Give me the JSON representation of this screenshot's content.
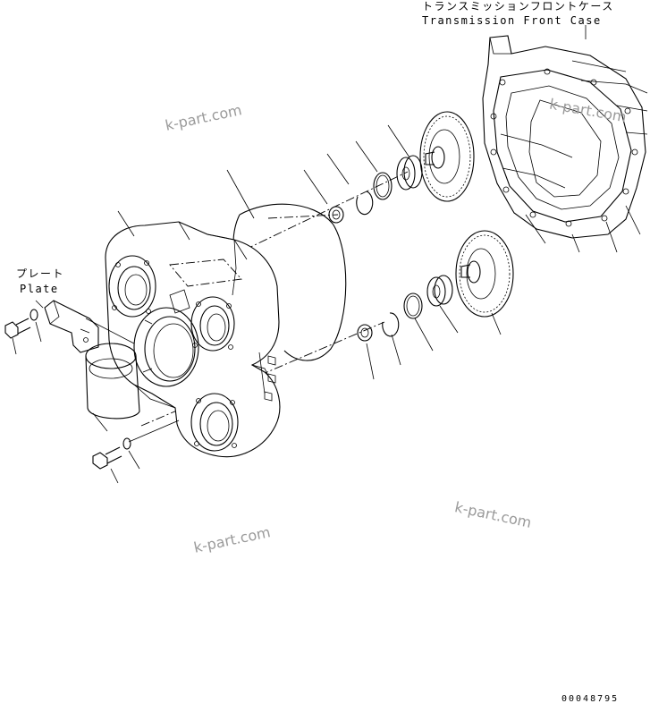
{
  "labels": {
    "case_jp": "トランスミッションフロントケース",
    "case_en": "Transmission Front Case",
    "plate_jp": "プレート",
    "plate_en": "Plate"
  },
  "watermarks": [
    "k-part.com",
    "k-part.com",
    "k-part.com",
    "k-part.com"
  ],
  "drawing_code": "00048795"
}
